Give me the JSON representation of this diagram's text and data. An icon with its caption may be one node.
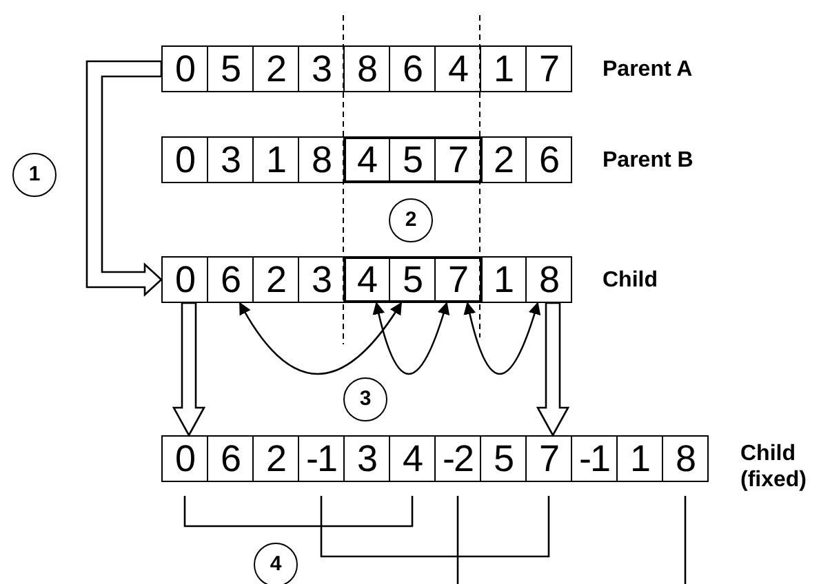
{
  "diagram": {
    "nodes": [
      {
        "text": [
          "0"
        ]
      },
      {
        "text": [
          "5"
        ]
      },
      {
        "text": [
          "2"
        ]
      },
      {
        "text": [
          "3"
        ]
      },
      {
        "text": [
          "8"
        ]
      },
      {
        "text": [
          "6"
        ]
      },
      {
        "text": [
          "4"
        ]
      },
      {
        "text": [
          "1"
        ]
      },
      {
        "text": [
          "7"
        ]
      },
      {
        "text": [
          "1"
        ]
      },
      {
        "text": [
          "0"
        ]
      },
      {
        "text": [
          "3"
        ]
      },
      {
        "text": [
          "1"
        ]
      },
      {
        "text": [
          "8"
        ]
      },
      {
        "text": [
          "4"
        ]
      },
      {
        "text": [
          "5"
        ]
      },
      {
        "text": [
          "7"
        ]
      },
      {
        "text": [
          "2"
        ]
      },
      {
        "text": [
          "6"
        ]
      },
      {
        "text": [
          "2"
        ]
      },
      {
        "text": [
          "0"
        ]
      },
      {
        "text": [
          "6"
        ]
      },
      {
        "text": [
          "2"
        ]
      },
      {
        "text": [
          "3"
        ]
      },
      {
        "text": [
          "4"
        ]
      },
      {
        "text": [
          "5"
        ]
      },
      {
        "text": [
          "7"
        ]
      },
      {
        "text": [
          "1"
        ]
      },
      {
        "text": [
          "8"
        ]
      },
      {
        "text": [
          "3"
        ]
      },
      {
        "text": [
          "0"
        ]
      },
      {
        "text": [
          "6"
        ]
      },
      {
        "text": [
          "2"
        ]
      },
      {
        "text": [
          "-1"
        ]
      },
      {
        "text": [
          "3"
        ]
      },
      {
        "text": [
          "4"
        ]
      },
      {
        "text": [
          "-2"
        ]
      },
      {
        "text": [
          "5"
        ]
      },
      {
        "text": [
          "7"
        ]
      },
      {
        "text": [
          "-1"
        ]
      },
      {
        "text": [
          "1"
        ]
      },
      {
        "text": [
          "8"
        ]
      },
      {
        "text": [
          "4"
        ]
      }
    ],
    "edges": [
      {
        "from": 0,
        "to": 20,
        "arrow": "to"
      },
      {
        "from": 21,
        "to": 25,
        "arrow": "both"
      },
      {
        "from": 24,
        "to": 26,
        "arrow": "both"
      },
      {
        "from": 26,
        "to": 28,
        "arrow": "both"
      },
      {
        "from": 20,
        "to": 30,
        "arrow": "to"
      },
      {
        "from": 28,
        "to": 38,
        "arrow": "to"
      },
      {
        "from": 30,
        "to": 35,
        "arrow": "none"
      },
      {
        "from": 33,
        "to": 38,
        "arrow": "none"
      },
      {
        "from": 36,
        "to": null,
        "arrow": "none"
      },
      {
        "from": 41,
        "to": null,
        "arrow": "none"
      }
    ],
    "labels": [
      "Parent A",
      "Parent B",
      "Child",
      "Child (fixed)"
    ]
  }
}
